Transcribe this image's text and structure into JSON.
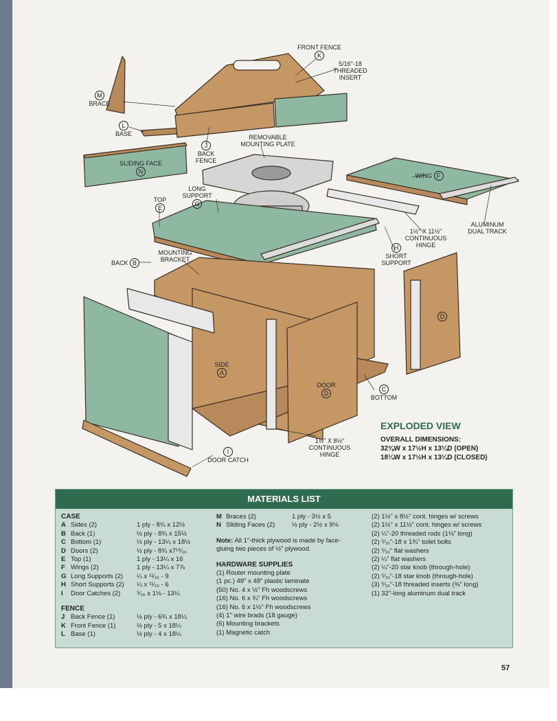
{
  "diagram": {
    "labels": {
      "front_fence": "FRONT FENCE",
      "front_fence_letter": "K",
      "threaded_insert": [
        "5/16\"-18",
        "THREADED",
        "INSERT"
      ],
      "brace": "BRACE",
      "brace_letter": "M",
      "base": "BASE",
      "base_letter": "L",
      "back_fence": [
        "BACK",
        "FENCE"
      ],
      "back_fence_letter": "J",
      "removable_plate": [
        "REMOVABLE",
        "MOUNTING PLATE"
      ],
      "sliding_face": "SLIDING FACE",
      "sliding_face_letter": "N",
      "wing": "WING",
      "wing_letter": "F",
      "long_support": [
        "LONG",
        "SUPPORT"
      ],
      "long_support_letter": "G",
      "top": "TOP",
      "top_letter": "E",
      "aluminum_track": [
        "ALUMINUM",
        "DUAL TRACK"
      ],
      "hinge_top": [
        "1½\" x 11½\"",
        "CONTINUOUS",
        "HINGE"
      ],
      "short_support": [
        "SHORT",
        "SUPPORT"
      ],
      "short_support_letter": "H",
      "mounting_bracket": [
        "MOUNTING",
        "BRACKET"
      ],
      "back": "BACK",
      "back_letter": "B",
      "side": "SIDE",
      "side_letter": "A",
      "door": "DOOR",
      "door_letter": "D",
      "door_right_letter": "D",
      "bottom": "BOTTOM",
      "bottom_letter": "C",
      "hinge_bottom": [
        "1½\" x 8½\"",
        "CONTINUOUS",
        "HINGE"
      ],
      "door_catch": "DOOR CATCH",
      "door_catch_letter": "I"
    },
    "title": "EXPLODED VIEW",
    "dims_heading": "OVERALL DIMENSIONS:",
    "dims_open": "32⅜W x 17½H x 13¼D (OPEN)",
    "dims_closed": "18¼W x 17½H x 13¼D (CLOSED)"
  },
  "materials": {
    "title": "MATERIALS LIST",
    "case_heading": "CASE",
    "case": [
      {
        "letter": "A",
        "name": "Sides (2)",
        "dim": "1 ply - 8¾ x 12½"
      },
      {
        "letter": "B",
        "name": "Back (1)",
        "dim": "½ ply - 8¾ x 15½"
      },
      {
        "letter": "C",
        "name": "Bottom (1)",
        "dim": "½ ply - 13¼ x 18½"
      },
      {
        "letter": "D",
        "name": "Doors (2)",
        "dim": "½ ply - 8¾ x7¹⁵⁄₁₆"
      },
      {
        "letter": "E",
        "name": "Top (1)",
        "dim": "1 ply - 13¼ x 16"
      },
      {
        "letter": "F",
        "name": "Wings (2)",
        "dim": "1 ply - 13¼ x 7⅞"
      },
      {
        "letter": "G",
        "name": "Long Supports (2)",
        "dim": "¼ x ¹¹⁄₁₆ - 9"
      },
      {
        "letter": "H",
        "name": "Short Supports (2)",
        "dim": "¼ x ¹¹⁄₁₆ - 6"
      },
      {
        "letter": "I",
        "name": "Door Catches (2)",
        "dim": "⁵⁄₁₆ x 1⅛ - 13¼"
      }
    ],
    "fence_heading": "FENCE",
    "fence": [
      {
        "letter": "J",
        "name": "Back Fence (1)",
        "dim": "½ ply - 6¾ x 18¼"
      },
      {
        "letter": "K",
        "name": "Front Fence (1)",
        "dim": "½ ply - 5 x 18¼"
      },
      {
        "letter": "L",
        "name": "Base (1)",
        "dim": "½ ply - 4 x 18¼"
      },
      {
        "letter": "M",
        "name": "Braces (2)",
        "dim": "1 ply - 3½ x 5"
      },
      {
        "letter": "N",
        "name": "Sliding Faces (2)",
        "dim": "½ ply - 2½ x 9⅛"
      }
    ],
    "note_label": "Note:",
    "note_text": "All 1\"-thick plywood is made by face-gluing two pieces of ½\" plywood.",
    "hardware_heading": "HARDWARE SUPPLIES",
    "hardware_left": [
      "(1) Router mounting plate",
      "(1 pc.) 48\" x 48\" plastic laminate",
      "(50) No. 4 x ½\" Fh woodscrews",
      "(16) No. 6 x ¾\" Fh woodscrews",
      "(16) No. 6 x 1½\" Fh woodscrews",
      "(4) 1\" wire brads (18 gauge)",
      "(6) Mounting brackets",
      "(1) Magnetic catch"
    ],
    "hardware_right": [
      "(2) 1½\" x 8½\" cont. hinges w/ screws",
      "(2) 1½\" x 11½\" cont. hinges w/ screws",
      "(2) ¼\"-20 threaded rods (1⅛\" long)",
      "(2) ⁵⁄₁₆\"-18 x 1¾\" toilet bolts",
      "(2) ⁵⁄₁₆\" flat washers",
      "(2) ¼\" flat washers",
      "(2) ¼\"-20 star knob (through-hole)",
      "(2) ⁵⁄₁₆\"-18 star knob (through-hole)",
      "(3) ⁵⁄₁₆\"-18 threaded inserts (⅜\" long)",
      "(1) 32\"-long aluminum dual track"
    ]
  },
  "page_number": "57"
}
